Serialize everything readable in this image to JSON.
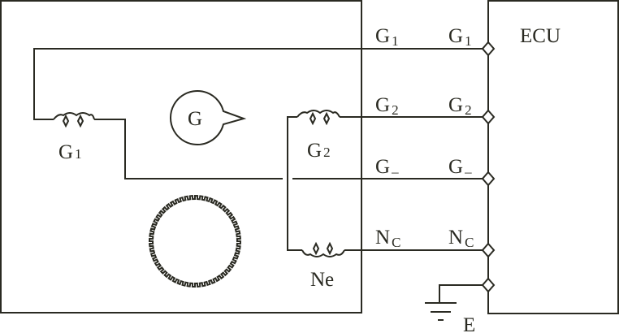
{
  "ecu_label": "ECU",
  "ground_label": "E",
  "rotor_label": "G",
  "coils": {
    "g1": {
      "main": "G",
      "sub": "1"
    },
    "g2": {
      "main": "G",
      "sub": "2"
    },
    "ne": {
      "main": "Ne"
    }
  },
  "wires": [
    {
      "left_main": "G",
      "left_sub": "1",
      "right_main": "G",
      "right_sub": "1"
    },
    {
      "left_main": "G",
      "left_sub": "2",
      "right_main": "G",
      "right_sub": "2"
    },
    {
      "left_main": "G",
      "left_sub": "–",
      "right_main": "G",
      "right_sub": "–"
    },
    {
      "left_main": "N",
      "left_sub": "C",
      "right_main": "N",
      "right_sub": "C"
    }
  ],
  "colors": {
    "line": "#2a2a22",
    "background": "#ffffff"
  }
}
